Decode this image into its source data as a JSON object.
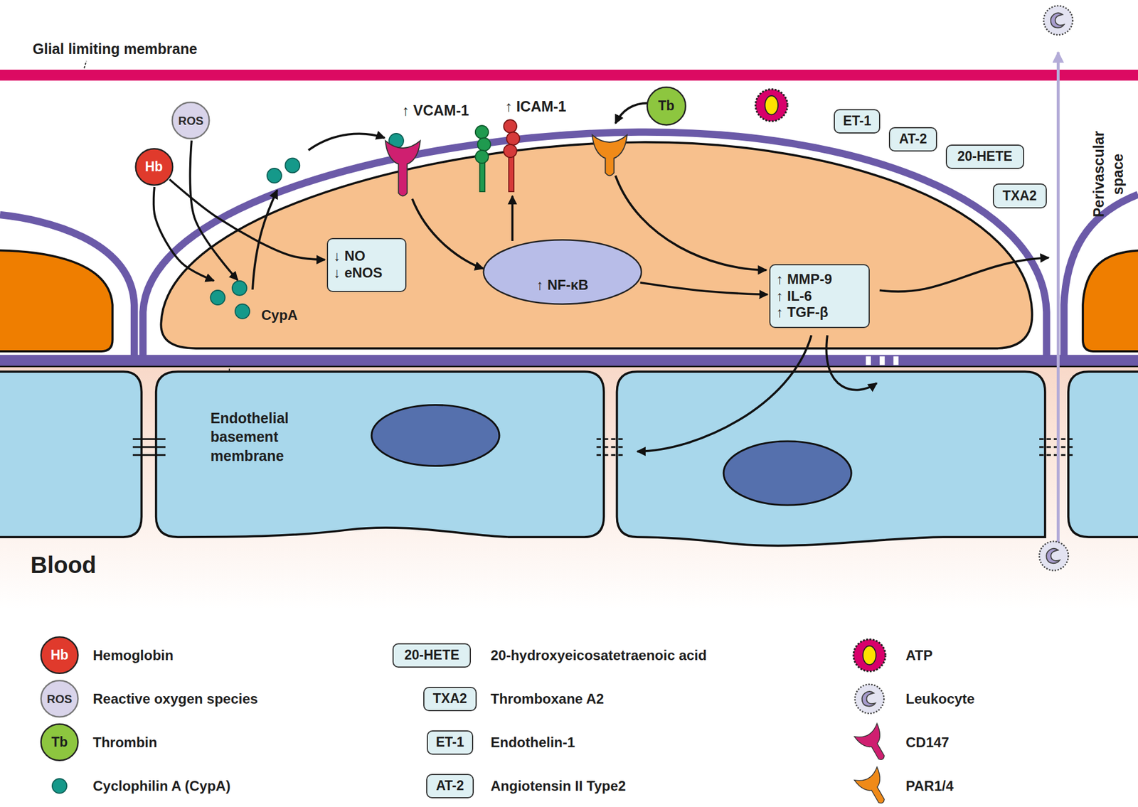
{
  "diagram": {
    "nodes": [
      {
        "text": [
          "Hb"
        ]
      },
      {
        "text": [
          "ROS"
        ]
      },
      {
        "text": [
          "Tb"
        ]
      },
      {
        "text": [
          "CypA"
        ]
      },
      {
        "text": [
          "↓ NO",
          "↓ eNOS"
        ]
      },
      {
        "text": [
          "↑ NF-κB"
        ]
      },
      {
        "text": [
          "↑ MMP-9",
          "↑ IL-6",
          "↑ TGF-β"
        ]
      },
      {
        "text": [
          "ET-1"
        ]
      },
      {
        "text": [
          "AT-2"
        ]
      },
      {
        "text": [
          "20-HETE"
        ]
      },
      {
        "text": [
          "TXA2"
        ]
      },
      {
        "text": [
          "Hb"
        ]
      },
      {
        "text": [
          "ROS"
        ]
      },
      {
        "text": [
          "Tb"
        ]
      },
      {
        "text": [
          "20-HETE"
        ]
      },
      {
        "text": [
          "TXA2"
        ]
      },
      {
        "text": [
          "ET-1"
        ]
      },
      {
        "text": [
          "AT-2"
        ]
      }
    ],
    "edges": [
      {
        "from": 0,
        "to": 3,
        "arrow": "to"
      },
      {
        "from": 1,
        "to": 3,
        "arrow": "to"
      },
      {
        "from": 0,
        "to": 4,
        "arrow": "to"
      },
      {
        "from": 5,
        "to": 6,
        "arrow": "to"
      }
    ],
    "labels": [
      "Glial limiting membrane",
      "↑ VCAM-1",
      "↑ ICAM-1",
      "Perivascular space",
      "Endothelial basement membrane",
      "Blood"
    ],
    "legend": [
      {
        "text": "Hemoglobin"
      },
      {
        "text": "Reactive oxygen species"
      },
      {
        "text": "Thrombin"
      },
      {
        "text": "Cyclophilin A (CypA)"
      },
      {
        "text": "20-hydroxyeicosatetraenoic acid"
      },
      {
        "text": "Thromboxane A2"
      },
      {
        "text": "Endothelin-1"
      },
      {
        "text": "Angiotensin II Type2"
      },
      {
        "text": "ATP"
      },
      {
        "text": "Leukocyte"
      },
      {
        "text": "CD147"
      },
      {
        "text": "PAR1/4"
      }
    ]
  }
}
